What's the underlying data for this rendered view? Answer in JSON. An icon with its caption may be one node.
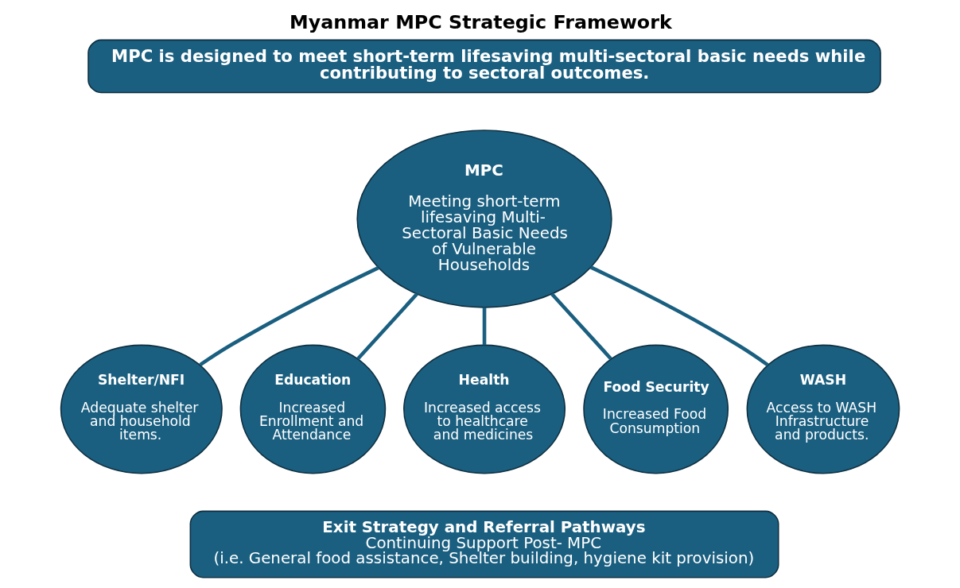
{
  "diagram": {
    "title": "Myanmar MPC Strategic Framework",
    "nodes": [
      {
        "text": [
          "MPC is designed to meet short-term lifesaving multi-sectoral basic needs while contributing to sectoral outcomes."
        ]
      },
      {
        "text": [
          "MPC",
          "Meeting short-term lifesaving Multi-Sectoral Basic Needs of Vulnerable Households"
        ]
      },
      {
        "text": [
          "Shelter/NFI",
          "Adequate shelter and household items."
        ]
      },
      {
        "text": [
          "Education",
          "Increased Enrollment and Attendance"
        ]
      },
      {
        "text": [
          "Health",
          "Increased access to healthcare and medicines"
        ]
      },
      {
        "text": [
          "Food Security",
          "Increased Food Consumption"
        ]
      },
      {
        "text": [
          "WASH",
          "Access to WASH Infrastructure and products."
        ]
      },
      {
        "text": [
          "Exit Strategy and Referral Pathways",
          "Continuing Support Post- MPC",
          "(i.e. General food assistance, Shelter building, hygiene kit provision)"
        ]
      }
    ],
    "edges": [
      {
        "from": 1,
        "to": 2,
        "arrow": "none"
      },
      {
        "from": 1,
        "to": 3,
        "arrow": "none"
      },
      {
        "from": 1,
        "to": 4,
        "arrow": "none"
      },
      {
        "from": 1,
        "to": 5,
        "arrow": "none"
      },
      {
        "from": 1,
        "to": 6,
        "arrow": "none"
      }
    ]
  }
}
